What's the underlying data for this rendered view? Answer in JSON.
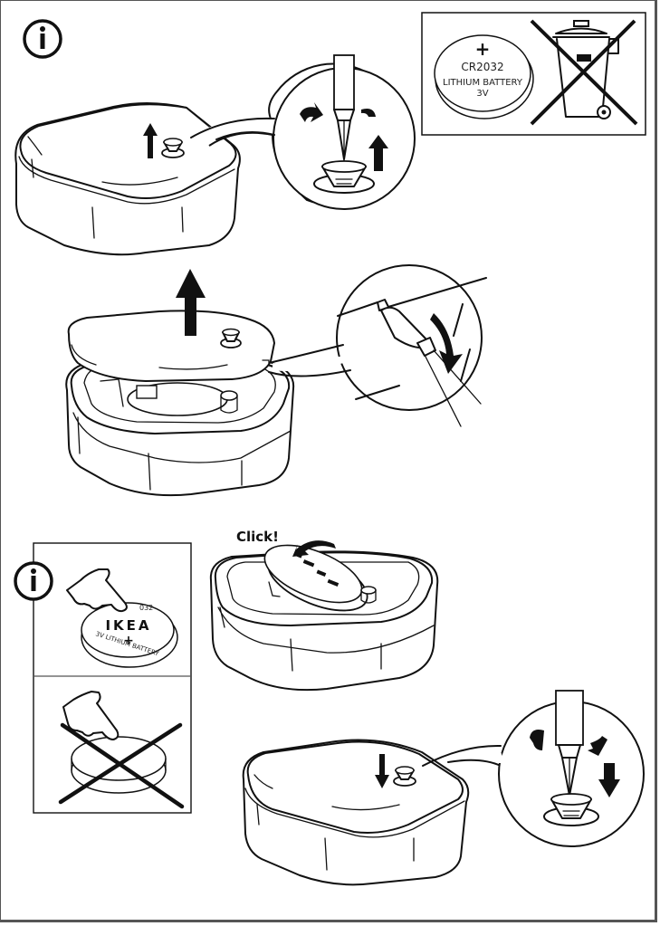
{
  "document": {
    "type": "assembly-instruction-page",
    "icons": {
      "info_top": "info-icon",
      "info_side": "info-icon",
      "recycle": "crossed-out-wheelie-bin-icon"
    },
    "battery_panel": {
      "polarity": "+",
      "model": "CR2032",
      "type": "LITHIUM BATTERY",
      "voltage": "3V"
    },
    "steps": [
      {
        "id": "unscrew",
        "action": "Unscrew lid screw counter-clockwise",
        "arrow": "up"
      },
      {
        "id": "pry-open",
        "action": "Pry lid off with flat screwdriver",
        "arrow": "up"
      },
      {
        "id": "insert-battery",
        "label": "Click!",
        "action": "Insert battery"
      },
      {
        "id": "screw-back",
        "action": "Screw lid back clockwise",
        "arrow": "down"
      }
    ],
    "handling_panel": {
      "correct": {
        "battery_brand": "IKEA",
        "battery_polarity": "+",
        "battery_model_partial": "032",
        "battery_ring_text": "3V LITHIUM BATTERY"
      },
      "incorrect": {
        "mark": "cross"
      }
    },
    "click_label": "Click!"
  }
}
